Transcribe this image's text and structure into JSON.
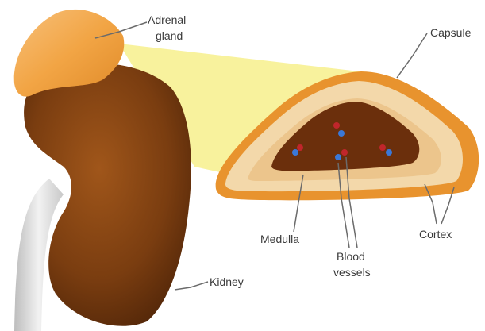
{
  "labels": {
    "adrenal_gland_line1": "Adrenal",
    "adrenal_gland_line2": "gland",
    "capsule": "Capsule",
    "medulla": "Medulla",
    "blood_vessels_line1": "Blood",
    "blood_vessels_line2": "vessels",
    "cortex": "Cortex",
    "kidney": "Kidney"
  },
  "colors": {
    "kidney": "#7a3d10",
    "adrenal_outer": "#f2a545",
    "cortex": "#f3d8aa",
    "medulla": "#6b2f0c",
    "zoom_beam": "#f7f08c",
    "vessel_red": "#c0262b",
    "vessel_blue": "#3a78d8"
  }
}
